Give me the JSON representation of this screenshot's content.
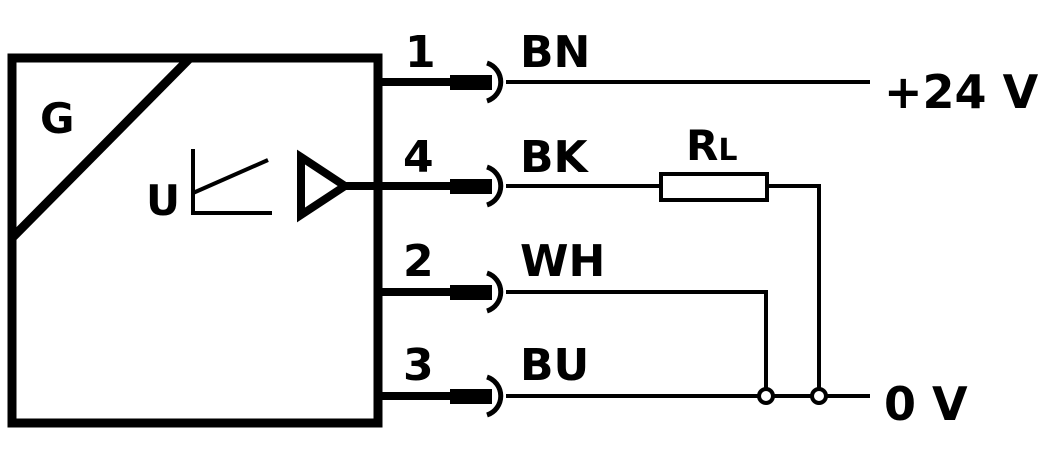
{
  "diagram": {
    "title": "Sensor connection diagram",
    "device": {
      "label": "G",
      "output_symbol_label": "U",
      "output_type": "analog voltage output"
    },
    "pins": [
      {
        "pin": "1",
        "wire_color": "BN",
        "connects_to": "+24 V"
      },
      {
        "pin": "4",
        "wire_color": "BK",
        "connects_to": "RL"
      },
      {
        "pin": "2",
        "wire_color": "WH",
        "connects_to": "0 V"
      },
      {
        "pin": "3",
        "wire_color": "BU",
        "connects_to": "0 V"
      }
    ],
    "load": {
      "label": "R",
      "subscript": "L"
    },
    "supply": {
      "positive": "+24 V",
      "ground": "0 V"
    },
    "colors": {
      "line": "#000000",
      "background": "#ffffff"
    }
  }
}
